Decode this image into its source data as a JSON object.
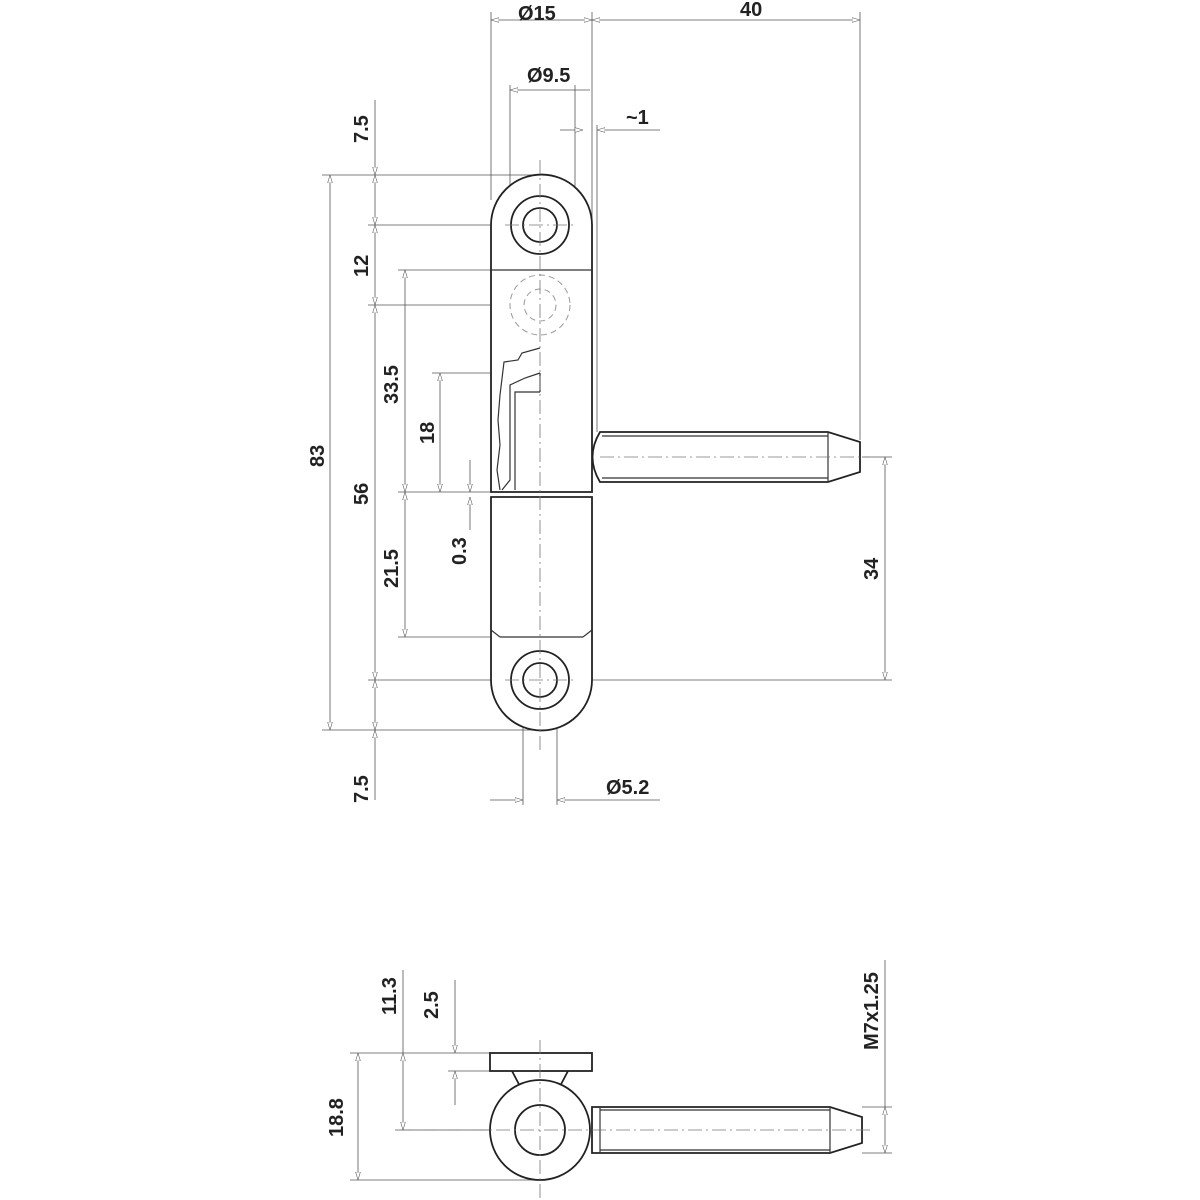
{
  "drawing": {
    "front_view": {
      "dimensions": {
        "outer_diameter": "Ø15",
        "pin_length": "40",
        "bore_diameter": "Ø9.5",
        "offset": "~1",
        "top_eye_offset": "7.5",
        "hole_spacing": "12",
        "upper_length": "33.5",
        "recess_depth": "18",
        "total_height": "83",
        "center_distance": "56",
        "gap": "0.3",
        "lower_length": "21.5",
        "pin_height": "34",
        "bottom_eye_offset": "7.5",
        "hole_diameter": "Ø5.2"
      }
    },
    "top_view": {
      "dimensions": {
        "cap_to_center": "11.3",
        "cap_thickness": "2.5",
        "overall_depth": "18.8",
        "thread": "M7x1.25"
      }
    }
  }
}
